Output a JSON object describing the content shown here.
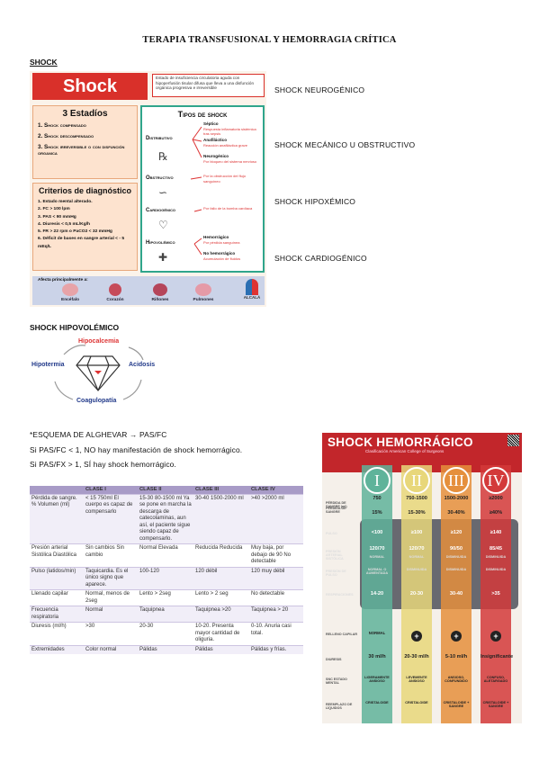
{
  "title": "TERAPIA TRANSFUSIONAL Y HEMORRAGIA CRÍTICA",
  "section_shock": "SHOCK",
  "section_hipovolemico": "SHOCK HIPOVOLÉMICO",
  "side_labels": [
    "SHOCK NEUROGÉNICO",
    "SHOCK MECÁNICO U OBSTRUCTIVO",
    "SHOCK HIPOXÉMICO",
    "SHOCK CARDIOGÉNICO"
  ],
  "info1": {
    "shock_title": "Shock",
    "shock_def": "Estado de insuficiencia circulatoria aguda con hipoperfusión tisular difusa que lleva a una disfunción orgánica progresiva e irreversible",
    "estadios_title": "3 Estadíos",
    "estadios": [
      "1. Shock compensado",
      "2. Shock descompensado",
      "3. Shock irreversible o con disfunción organica"
    ],
    "criterios_title": "Criterios de diagnóstico",
    "criterios": [
      "1. Estado mental alterado.",
      "2. FC > 100 lpm",
      "3. PAS < 90 mmHg",
      "4. Diuresis < 0,5 mL/Kg/h",
      "5. FR > 22 rpm o PaCO2 < 32 mmHg",
      "6. Déficit de bases en sangre arterial < - 5 mEq/L"
    ],
    "tipos_title": "Tipos de shock",
    "tipos": {
      "distributivo": "Distributivo",
      "obstructivo": "Obstructivo",
      "cardiogenico": "Cardiogénico",
      "hipovolemico": "Hipovolémico",
      "septico": "Séptico",
      "septico_d": "Respuesta inflamatoria sistémica tras sepsis",
      "anafilactico": "Anafiláctico",
      "anafilactico_d": "Reacción anafiláctica grave",
      "neurogenico": "Neurogénico",
      "neurogenico_d": "Por bloqueo del sistema nervioso",
      "obstr_d": "Por la obstrucción del flujo sanguíneo",
      "card_d": "Por fallo de la bomba cardíaca",
      "hemorragico": "Hemorrágico",
      "hemorragico_d": "Por pérdida sanguínea",
      "nohemorragico": "No hemorrágico",
      "nohemorragico_d": "Acumulación de fluidos"
    },
    "afecta": "Afecta principalmente a:",
    "organs": [
      "Encéfalo",
      "Corazón",
      "Riñones",
      "Pulmones"
    ],
    "logo": "ALCALÁ"
  },
  "diagram": {
    "top": "Hipocalcemia",
    "left": "Hipotermia",
    "right": "Acidosis",
    "bottom": "Coagulopatía"
  },
  "alghevar": [
    "*ESQUEMA DE ALGHEVAR → PAS/FC",
    "Si PAS/FC < 1, NO hay manifestación de shock hemorrágico.",
    "Si PAS/FX > 1, SÍ hay shock hemorrágico."
  ],
  "table": {
    "headers": [
      "",
      "CLASE I",
      "CLASE II",
      "CLASE III",
      "CLASE IV"
    ],
    "rows": [
      [
        "Pérdida de sangre. % Volumen (ml)",
        "< 15 750ml El cuerpo es capaz de compensarlo",
        "15-30 80-1500 ml Ya se pone en marcha la descarga de catecolaminas, aun así, el paciente sigue siendo capaz de compensarlo.",
        "30-40 1500-2000 ml",
        ">40 >2000 ml"
      ],
      [
        "Presión arterial Sistólica Diastólica",
        "Sin cambios Sin cambio",
        "Normal Elevada",
        "Reducida Reducida",
        "Muy baja, por debajo de 90 No detectable"
      ],
      [
        "Pulso (latidos/min)",
        "Taquicardia. Es el único signo que aparece.",
        "100-120",
        "120 débil",
        "120 muy débil"
      ],
      [
        "Llenado capilar",
        "Normal, menos de 2seg",
        "Lento > 2seg",
        "Lento > 2 seg",
        "No detectable"
      ],
      [
        "Frecuencia respiratoria",
        "Normal",
        "Taquipnea",
        "Taquipnea >20",
        "Taquipnea > 20"
      ],
      [
        "Diuresis (ml/h)",
        ">30",
        "20-30",
        "10-20. Presenta mayor cantidad de oliguria.",
        "0-10. Anuria casi total."
      ],
      [
        "Extremidades",
        "Color normal",
        "Pálidas",
        "Pálidas",
        "Pálidas y frías."
      ]
    ]
  },
  "hemorragico": {
    "title": "SHOCK HEMORRÁGICO",
    "subtitle": "Clasificación American College of Surgeons",
    "classes": [
      "I",
      "II",
      "III",
      "IV"
    ],
    "colors": [
      "#5fb39a",
      "#e8d77a",
      "#e58f3c",
      "#d33a3a"
    ],
    "perdida_label": "PÉRDIDA DE SANGRE (ml)",
    "perdida": [
      "750",
      "750-1500",
      "1500-2000",
      "≥2000"
    ],
    "pct_label": "PÉRDIDA DE SANGRE",
    "pct": [
      "15%",
      "15-30%",
      "30-40%",
      "≥40%"
    ],
    "pulso_label": "PULSO",
    "pulso": [
      "<100",
      "≥100",
      "≥120",
      "≥140"
    ],
    "pas_label": "PRESIÓN ARTERIAL SISTÓLICA",
    "pas": [
      "120/70",
      "120/70",
      "90/50",
      "85/45"
    ],
    "pas_note": [
      "NORMAL",
      "NORMAL",
      "DISMINUIDA",
      "DISMINUIDA"
    ],
    "pp_label": "PRESIÓN DE PULSO",
    "pp": [
      "NORMAL O AUMENTADA",
      "DISMINUIDA",
      "DISMINUIDA",
      "DISMINUIDA"
    ],
    "fr_label": "RESPIRACIONES",
    "fr": [
      "14-20",
      "20-30",
      "30-40",
      ">35"
    ],
    "relleno_label": "RELLENO CAPILAR",
    "relleno": [
      "NORMAL",
      "+",
      "+",
      "+"
    ],
    "diuresis_label": "DIURESIS",
    "diuresis": [
      "30 ml/h",
      "20-30 ml/h",
      "5-10 ml/h",
      "Insignificante"
    ],
    "snc_label": "SNC ESTADO MENTAL",
    "snc": [
      "LIGERAMENTE ANSIOSO",
      "LEVEMENTE ANSIOSO",
      "ANSIOSO, CONFUNDIDO",
      "CONFUSO, ALETARGADO"
    ],
    "liquidos_label": "REEMPLAZO DE LÍQUIDOS",
    "liquidos": [
      "CRISTALOIDE",
      "CRISTALOIDE",
      "CRISTALOIDE + SANGRE",
      "CRISTALOIDE + SANGRE"
    ]
  }
}
